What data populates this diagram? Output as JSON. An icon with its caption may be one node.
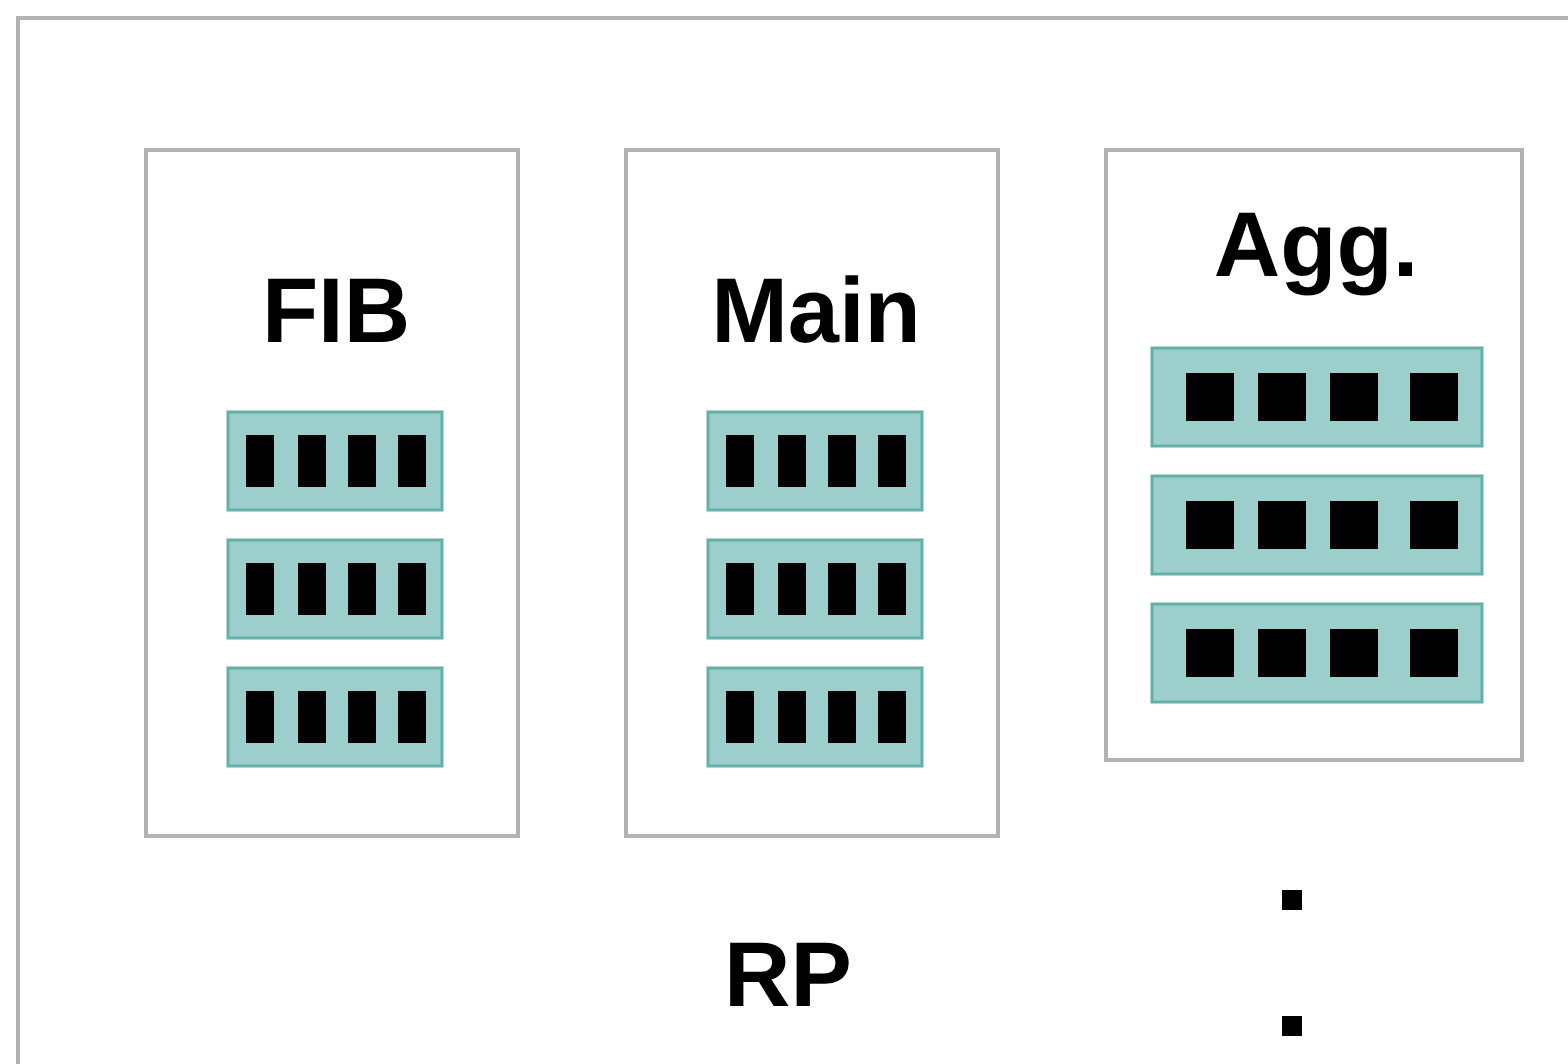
{
  "diagram": {
    "nodes": [
      {
        "text": [
          "RP"
        ]
      },
      {
        "text": [
          "FIB"
        ],
        "in": 0
      },
      {
        "text": [
          "Main"
        ],
        "in": 0
      },
      {
        "text": [
          "Agg."
        ],
        "in": 0
      }
    ]
  }
}
